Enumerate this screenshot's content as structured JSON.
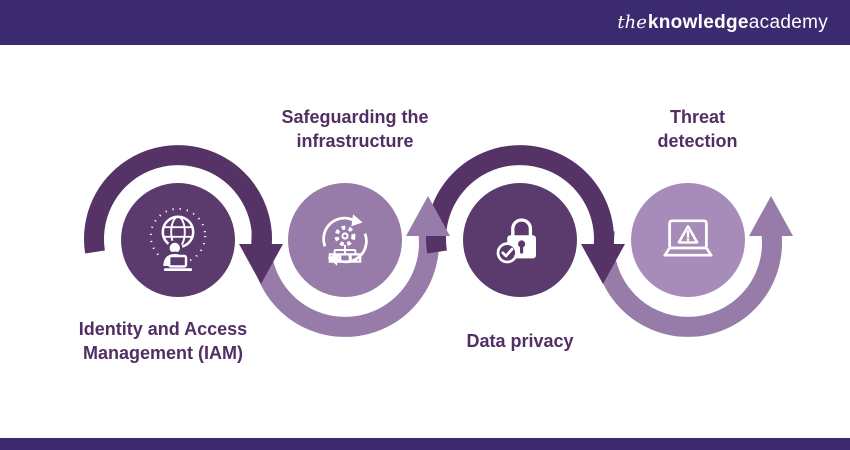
{
  "header": {
    "brand": {
      "the": "the",
      "knowledge": "knowledge",
      "academy": "academy"
    }
  },
  "diagram": {
    "steps": [
      {
        "label": "Identity and Access Management (IAM)",
        "icon": "person-globe-laptop-icon",
        "label_position": "below",
        "circle_style": "dark"
      },
      {
        "label": "Safeguarding the infrastructure",
        "icon": "cycle-gear-network-icon",
        "label_position": "above",
        "circle_style": "medium"
      },
      {
        "label": "Data privacy",
        "icon": "padlock-check-icon",
        "label_position": "below",
        "circle_style": "dark"
      },
      {
        "label": "Threat detection",
        "icon": "laptop-warning-icon",
        "label_position": "above",
        "circle_style": "light"
      }
    ]
  },
  "colors": {
    "header_bar": "#3c2a71",
    "circle_dark": "#5b3a6d",
    "circle_medium": "#977ba9",
    "circle_light": "#a78cba",
    "arc_dark": "#553366",
    "arc_light": "#977ba9",
    "label_text": "#512e63"
  }
}
